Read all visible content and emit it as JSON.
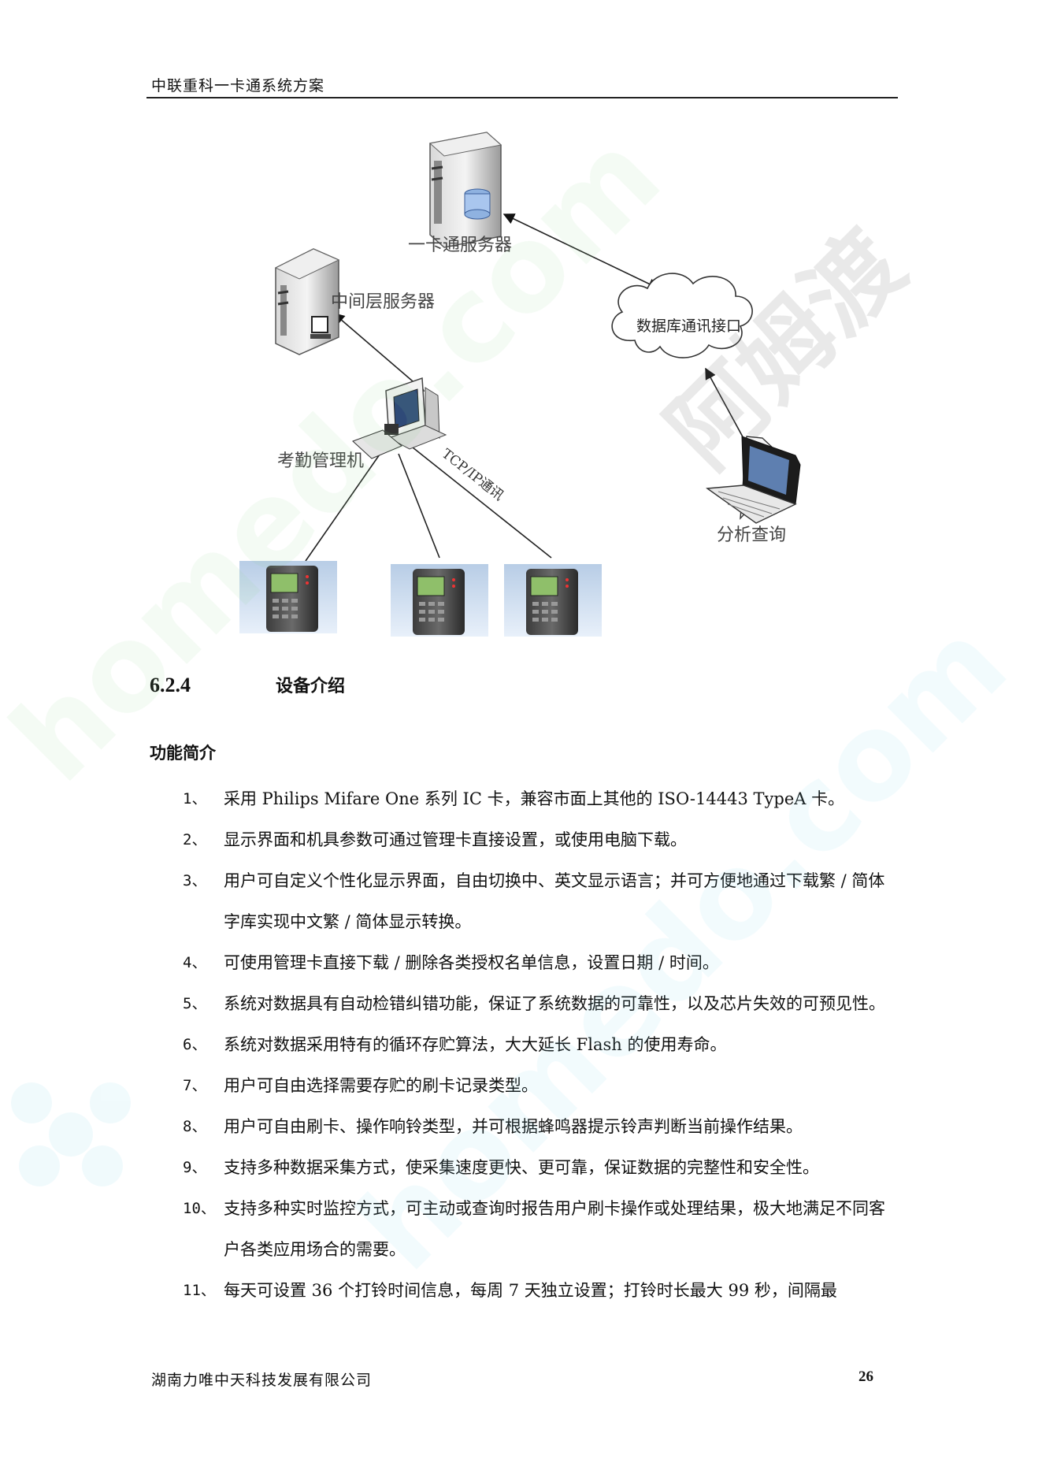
{
  "header": {
    "title": "中联重科一卡通系统方案"
  },
  "diagram": {
    "labels": {
      "card_server": "一卡通服务器",
      "middle_server": "中间层服务器",
      "db_interface": "数据库通讯接口",
      "attendance_pc": "考勤管理机",
      "tcp_link": "TCP/IP通讯",
      "analysis": "分析查询"
    }
  },
  "section": {
    "number": "6.2.4",
    "title": "设备介绍"
  },
  "subheading": "功能简介",
  "features": [
    {
      "n": "1、",
      "text": "采用 Philips Mifare One 系列 IC 卡，兼容市面上其他的 ISO-14443 TypeA 卡。"
    },
    {
      "n": "2、",
      "text": "显示界面和机具参数可通过管理卡直接设置，或使用电脑下载。"
    },
    {
      "n": "3、",
      "text": "用户可自定义个性化显示界面，自由切换中、英文显示语言；并可方便地通过下载繁 / 简体字库实现中文繁 / 简体显示转换。"
    },
    {
      "n": "4、",
      "text": "可使用管理卡直接下载 / 删除各类授权名单信息，设置日期 / 时间。"
    },
    {
      "n": "5、",
      "text": "系统对数据具有自动检错纠错功能，保证了系统数据的可靠性，以及芯片失效的可预见性。"
    },
    {
      "n": "6、",
      "text": "系统对数据采用特有的循环存贮算法，大大延长 Flash 的使用寿命。"
    },
    {
      "n": "7、",
      "text": "用户可自由选择需要存贮的刷卡记录类型。"
    },
    {
      "n": "8、",
      "text": "用户可自由刷卡、操作响铃类型，并可根据蜂鸣器提示铃声判断当前操作结果。"
    },
    {
      "n": "9、",
      "text": "支持多种数据采集方式，使采集速度更快、更可靠，保证数据的完整性和安全性。"
    },
    {
      "n": "10、",
      "text": "支持多种实时监控方式，可主动或查询时报告用户刷卡操作或处理结果，极大地满足不同客户各类应用场合的需要。"
    },
    {
      "n": "11、",
      "text": "每天可设置 36 个打铃时间信息，每周 7 天独立设置；打铃时长最大 99 秒，间隔最"
    }
  ],
  "footer": {
    "company": "湖南力唯中天科技发展有限公司",
    "page": "26"
  },
  "watermark": {
    "brand": "阿姆渡",
    "site": "homedo.com"
  }
}
